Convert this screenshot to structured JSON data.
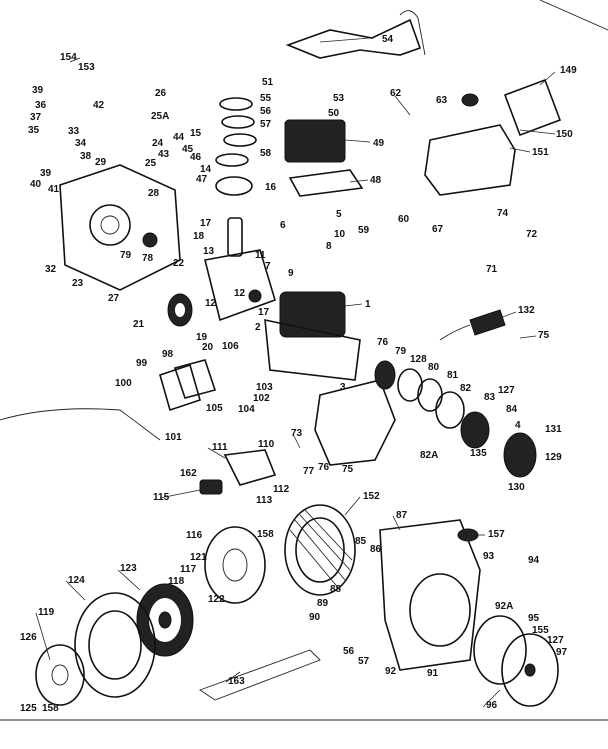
{
  "labels": [
    "154",
    "153",
    "39",
    "36",
    "37",
    "42",
    "35",
    "33",
    "34",
    "38",
    "40",
    "41",
    "39",
    "29",
    "26",
    "25A",
    "24",
    "25",
    "44",
    "45",
    "46",
    "43",
    "14",
    "15",
    "47",
    "28",
    "16",
    "51",
    "55",
    "56",
    "57",
    "58",
    "53",
    "50",
    "49",
    "54",
    "62",
    "63",
    "149",
    "150",
    "151",
    "48",
    "17",
    "18",
    "13",
    "11",
    "7",
    "22",
    "12",
    "12",
    "17",
    "20",
    "19",
    "106",
    "21",
    "27",
    "78",
    "79",
    "23",
    "32",
    "6",
    "5",
    "10",
    "9",
    "8",
    "59",
    "60",
    "67",
    "74",
    "72",
    "71",
    "1",
    "2",
    "3",
    "132",
    "75",
    "76",
    "79",
    "128",
    "80",
    "81",
    "82",
    "83",
    "84",
    "127",
    "131",
    "82A",
    "4",
    "135",
    "129",
    "130",
    "99",
    "98",
    "100",
    "101",
    "103",
    "102",
    "104",
    "105",
    "73",
    "77",
    "76",
    "75",
    "111",
    "110",
    "112",
    "162",
    "115",
    "113",
    "158",
    "152",
    "85",
    "86",
    "87",
    "157",
    "93",
    "94",
    "116",
    "121",
    "117",
    "118",
    "122",
    "123",
    "124",
    "119",
    "126",
    "125",
    "158",
    "88",
    "89",
    "90",
    "56",
    "57",
    "92",
    "91",
    "92A",
    "95",
    "155",
    "127",
    "97",
    "96",
    "163"
  ]
}
